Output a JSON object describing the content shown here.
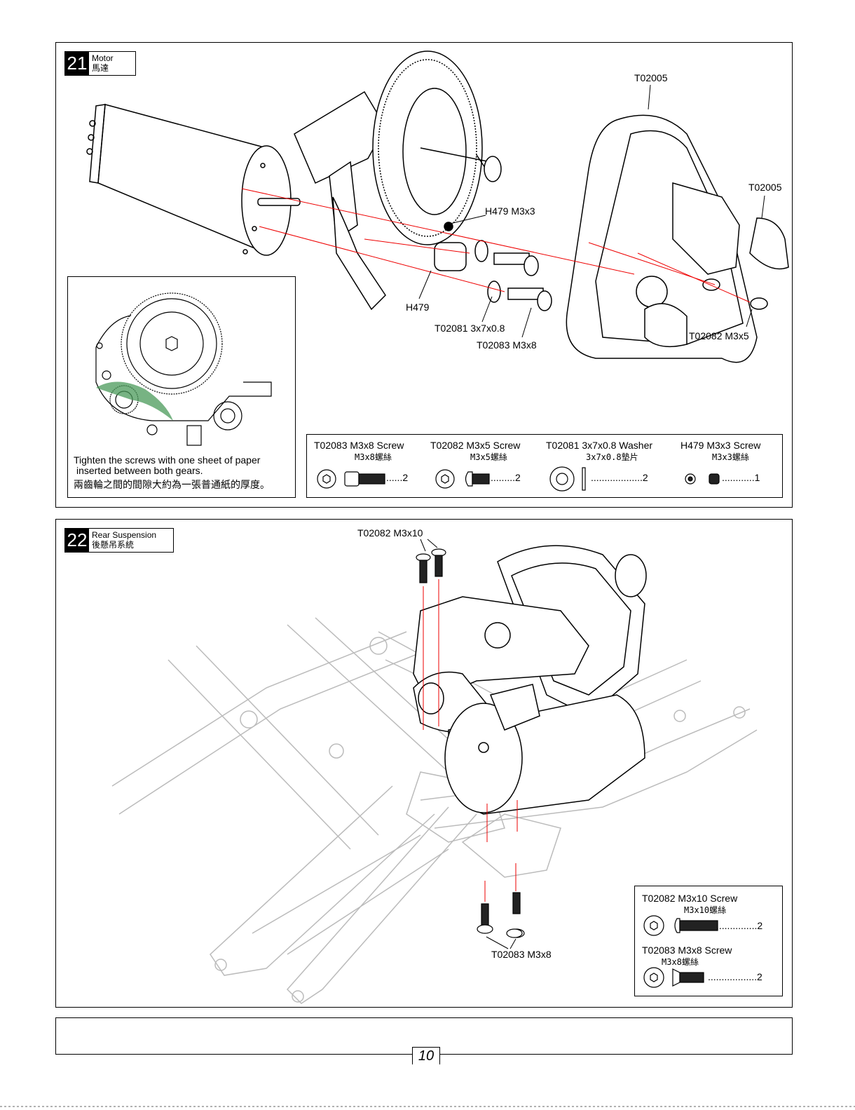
{
  "step21": {
    "number": "21",
    "title_en": "Motor",
    "title_cn": "馬達",
    "callouts": {
      "cover_top": "T02005",
      "cap": "T02005",
      "set_screw": "H479 M3x3",
      "pinion": "H479",
      "washer": "T02081 3x7x0.8",
      "screw_m3x8": "T02083 M3x8",
      "screw_m3x5": "T02082 M3x5"
    },
    "note_en_line1": "Tighten the screws with one sheet of paper",
    "note_en_line2": "inserted between both gears.",
    "note_cn": "兩齒輪之間的間隙大約為一張普通紙的厚度。",
    "legend": [
      {
        "label": "T02083 M3x8 Screw",
        "cn": "M3x8螺絲",
        "qty": "......2"
      },
      {
        "label": "T02082 M3x5 Screw",
        "cn": "M3x5螺絲",
        "qty": ".........2"
      },
      {
        "label": "T02081 3x7x0.8 Washer",
        "cn": "3x7x0.8墊片",
        "qty": "...................2"
      },
      {
        "label": "H479 M3x3 Screw",
        "cn": "M3x3螺絲",
        "qty": "............1"
      }
    ]
  },
  "step22": {
    "number": "22",
    "title_en": "Rear Suspension",
    "title_cn": "後懸吊系統",
    "callouts": {
      "top_screws": "T02082 M3x10",
      "bottom_screws": "T02083 M3x8"
    },
    "legend": [
      {
        "label": "T02082  M3x10 Screw",
        "cn": "M3x10螺絲",
        "qty": "...............2"
      },
      {
        "label": "T02083  M3x8 Screw",
        "cn": "M3x8螺絲",
        "qty": "..................2"
      }
    ]
  },
  "page_number": "10"
}
